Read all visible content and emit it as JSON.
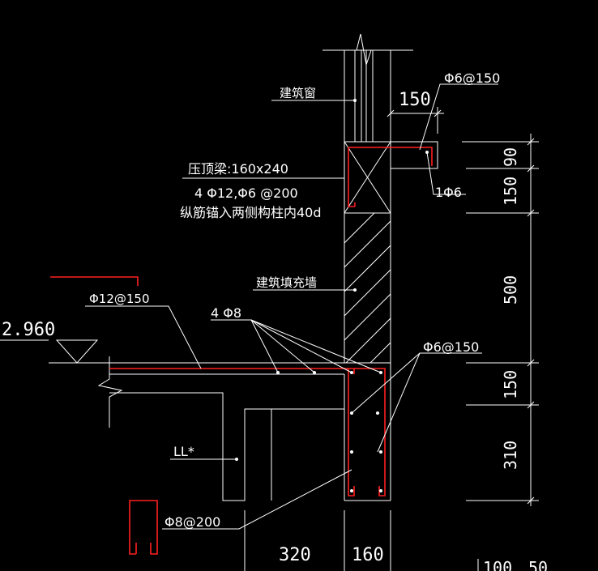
{
  "labels": {
    "window": "建筑窗",
    "top_beam": "压顶梁:160x240",
    "top_beam_rebar": "4 Φ12,Φ6 @200",
    "anchor_note": "纵筋锚入两侧构柱内40d",
    "infill_wall": "建筑填充墙",
    "slab_rebar": "Φ12@150",
    "beam_longitudinal": "4 Φ8",
    "stirrup_right": "Φ6@150",
    "stirrup_top": "Φ6@150",
    "single_bar": "1Φ6",
    "beam_name": "LL*",
    "beam_stirrup": "Φ8@200",
    "elevation": "2.960"
  },
  "dims": {
    "top_ledge": "150",
    "v90": "90",
    "v150_top": "150",
    "v500": "500",
    "v150_mid": "150",
    "v310": "310",
    "h320": "320",
    "h160": "160",
    "h100": "100",
    "h50": "50"
  },
  "colors": {
    "background": "#000000",
    "lines": "#ffffff",
    "rebar": "#ff2020"
  }
}
